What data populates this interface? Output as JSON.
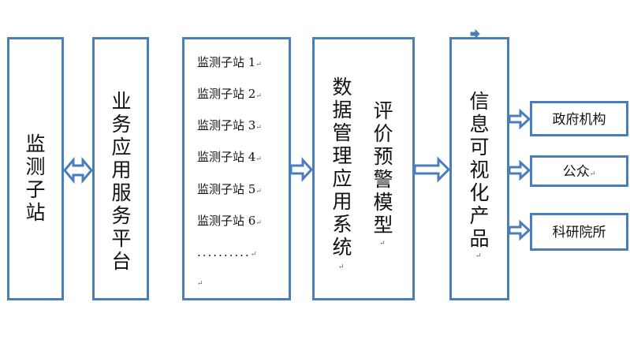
{
  "colors": {
    "stroke": "#4a7ebb",
    "arrow_fill": "#ffffff",
    "text": "#111111"
  },
  "nodes": {
    "monitoring_substation": {
      "label": "监测子站"
    },
    "business_platform": {
      "label": "业务应用服务平台"
    },
    "substation_list": {
      "items": [
        "监测子站 1",
        "监测子站 2",
        "监测子站 3",
        "监测子站 4",
        "监测子站 5",
        "监测子站 6"
      ],
      "ellipsis": ".........."
    },
    "data_system": {
      "label": "数据管理应用系统"
    },
    "evaluation_model": {
      "label": "评价预警模型"
    },
    "info_products": {
      "label": "信息可视化产品"
    },
    "outputs": [
      "政府机构",
      "公众",
      "科研院所"
    ]
  },
  "paragraph_mark": "↵"
}
